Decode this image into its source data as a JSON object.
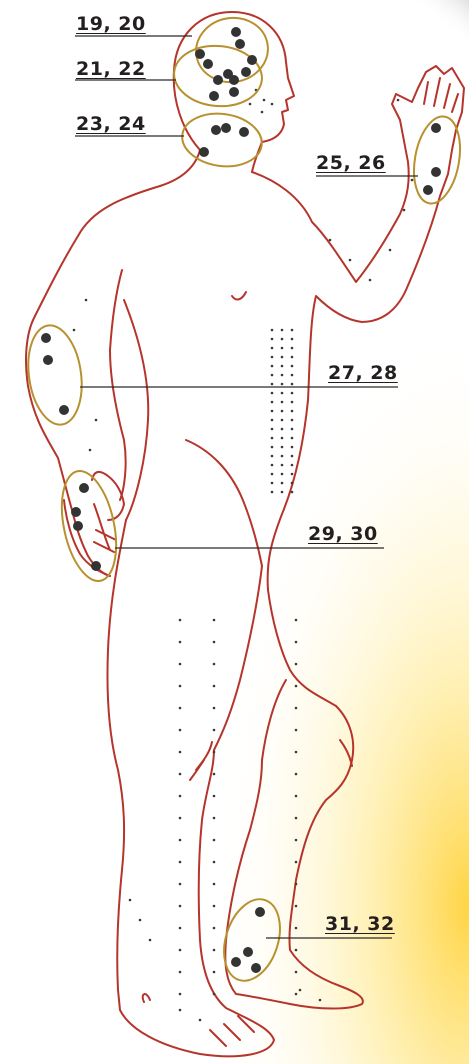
{
  "labels": {
    "l19": "19, 20",
    "l21": "21, 22",
    "l23": "23, 24",
    "l25": "25, 26",
    "l27": "27, 28",
    "l29": "29, 30",
    "l31": "31, 32"
  },
  "colors": {
    "body_outline": "#b5352c",
    "circle_outline": "#b8912f",
    "point": "#333333",
    "small_dot": "#3a3a3a",
    "leader": "#2b2b2b",
    "glow": "#ffd84d"
  }
}
